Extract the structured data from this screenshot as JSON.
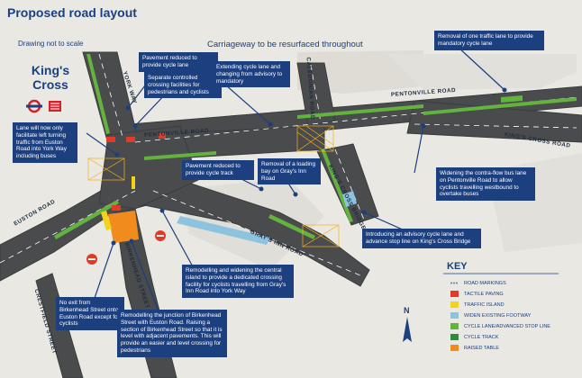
{
  "title": "Proposed road layout",
  "scale_note": "Drawing not to scale",
  "resurface_note": "Carriageway to be resurfaced throughout",
  "station": "King's Cross",
  "north": "N",
  "roads": {
    "york_way": "YORK WAY",
    "caledonian": "CALEDONIAN ROAD",
    "pentonville": "PENTONVILLE ROAD",
    "kings_cross_road": "KING'S CROSS ROAD",
    "kings_cross_bridge": "KING'S CROSS BRIDGE",
    "euston": "EUSTON ROAD",
    "grays_inn": "GRAY'S INN ROAD",
    "birkenhead": "BIRKENHEAD STREET",
    "crestfield": "CRESTFIELD STREET"
  },
  "callouts": [
    "Pavement reduced to provide cycle lane",
    "Separate controlled crossing facilities for pedestrians and cyclists",
    "Extending cycle lane and changing from advisory to mandatory",
    "Removal of one traffic lane to provide mandatory cycle lane",
    "Lane will now only facilitate left turning traffic from Euston Road into York Way including buses",
    "Pavement reduced to provide cycle track",
    "Removal of a loading bay on Gray's Inn Road",
    "Widening the contra-flow bus lane on Pentonville Road to allow cyclists travelling westbound to overtake buses",
    "Introducing an advisory cycle lane and advance stop line on King's Cross Bridge",
    "Remodelling and widening the central island to provide a dedicated crossing facility for cyclists travelling from Gray's Inn Road into York Way",
    "No exit from Birkenhead Street onto Euston Road except for cyclists",
    "Remodelling the junction of Birkenhead Street with Euston Road. Raising a section of Birkenhead Street so that it is level with adjacent pavements. This will provide an easier and level crossing for pedestrians"
  ],
  "key": {
    "title": "KEY",
    "items": [
      {
        "label": "ROAD MARKINGS",
        "color": "#6b7b8a"
      },
      {
        "label": "TACTILE PAVING",
        "color": "#e23a27"
      },
      {
        "label": "TRAFFIC ISLAND",
        "color": "#f5d21a"
      },
      {
        "label": "WIDEN EXISTING FOOTWAY",
        "color": "#8ec3e0"
      },
      {
        "label": "CYCLE LANE/ADVANCED STOP LINE",
        "color": "#63b43f"
      },
      {
        "label": "CYCLE TRACK",
        "color": "#2e8b3a"
      },
      {
        "label": "RAISED TABLE",
        "color": "#f28b1e"
      }
    ]
  }
}
